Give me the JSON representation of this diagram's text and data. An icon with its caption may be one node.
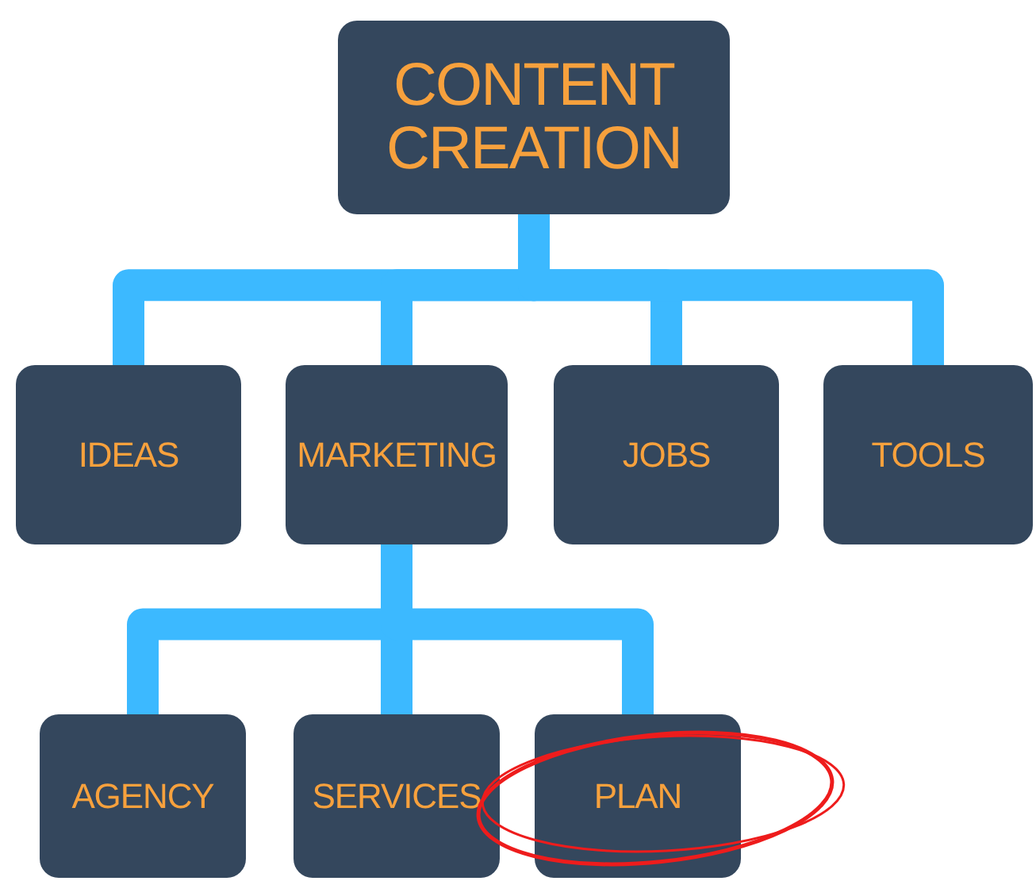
{
  "diagram": {
    "nodes": [
      {
        "text": [
          "CONTENT CREATION"
        ]
      },
      {
        "text": [
          "IDEAS"
        ]
      },
      {
        "text": [
          "MARKETING"
        ]
      },
      {
        "text": [
          "JOBS"
        ]
      },
      {
        "text": [
          "TOOLS"
        ]
      },
      {
        "text": [
          "AGENCY"
        ]
      },
      {
        "text": [
          "SERVICES"
        ]
      },
      {
        "text": [
          "PLAN"
        ]
      }
    ],
    "edges": [
      {
        "from": 0,
        "to": 1,
        "arrow": "none"
      },
      {
        "from": 0,
        "to": 2,
        "arrow": "none"
      },
      {
        "from": 0,
        "to": 3,
        "arrow": "none"
      },
      {
        "from": 0,
        "to": 4,
        "arrow": "none"
      },
      {
        "from": 2,
        "to": 5,
        "arrow": "none"
      },
      {
        "from": 2,
        "to": 6,
        "arrow": "none"
      },
      {
        "from": 2,
        "to": 7,
        "arrow": "none"
      }
    ]
  }
}
